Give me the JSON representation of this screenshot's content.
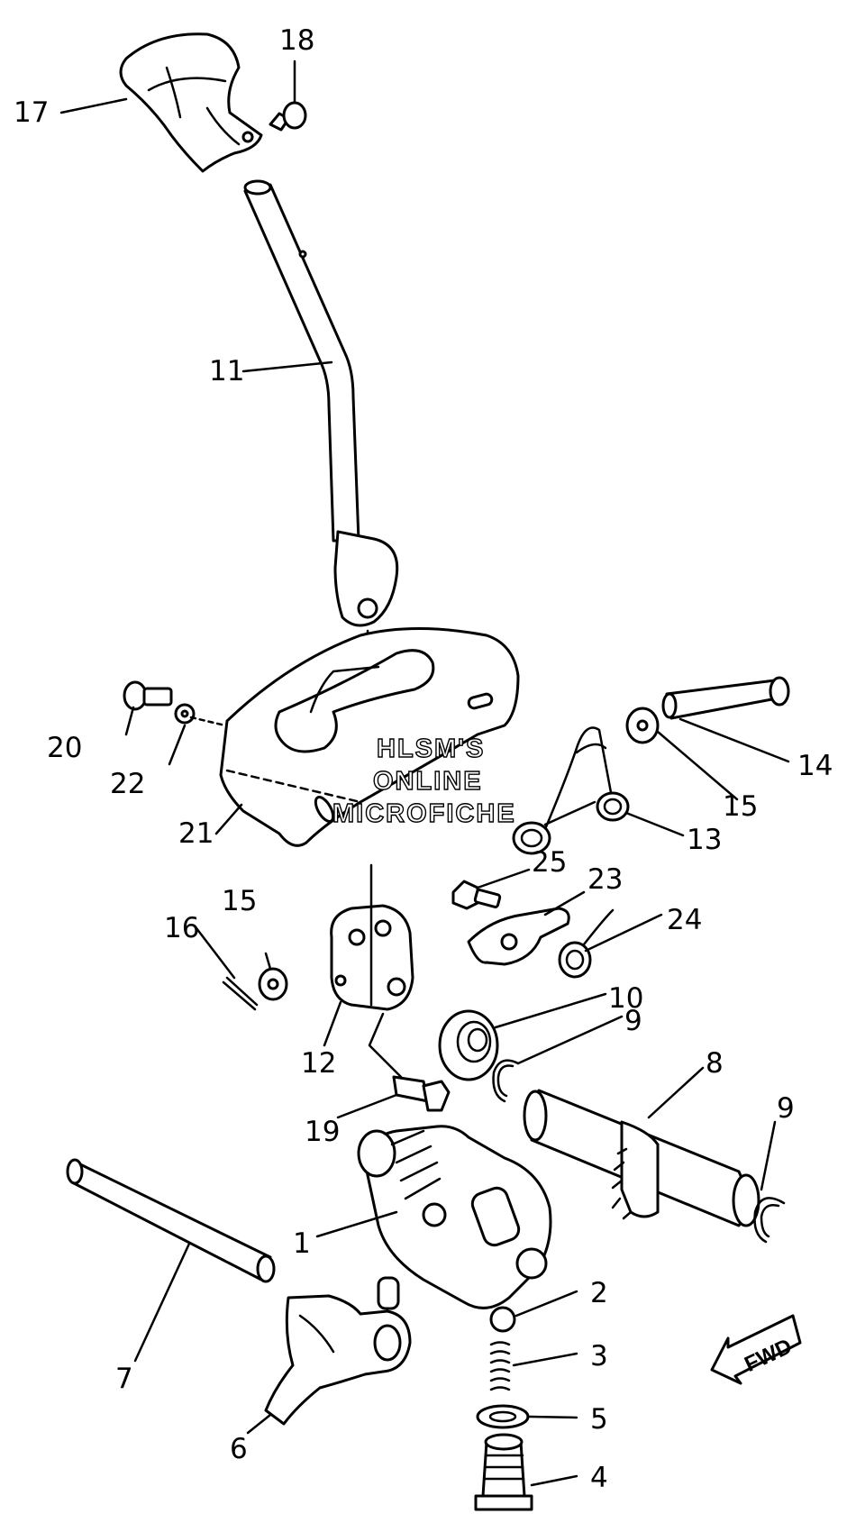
{
  "watermark": {
    "line1": "HLSM'S",
    "line2": "ONLINE",
    "line3": "MICROFICHE"
  },
  "direction_label": "FWD",
  "callouts": {
    "c1": "1",
    "c2": "2",
    "c3": "3",
    "c4": "4",
    "c5": "5",
    "c6": "6",
    "c7": "7",
    "c8": "8",
    "c9a": "9",
    "c9b": "9",
    "c10": "10",
    "c11": "11",
    "c12": "12",
    "c13": "13",
    "c14": "14",
    "c15a": "15",
    "c15b": "15",
    "c16": "16",
    "c17": "17",
    "c18": "18",
    "c19": "19",
    "c20": "20",
    "c21": "21",
    "c22": "22",
    "c23": "23",
    "c24": "24",
    "c25": "25"
  }
}
